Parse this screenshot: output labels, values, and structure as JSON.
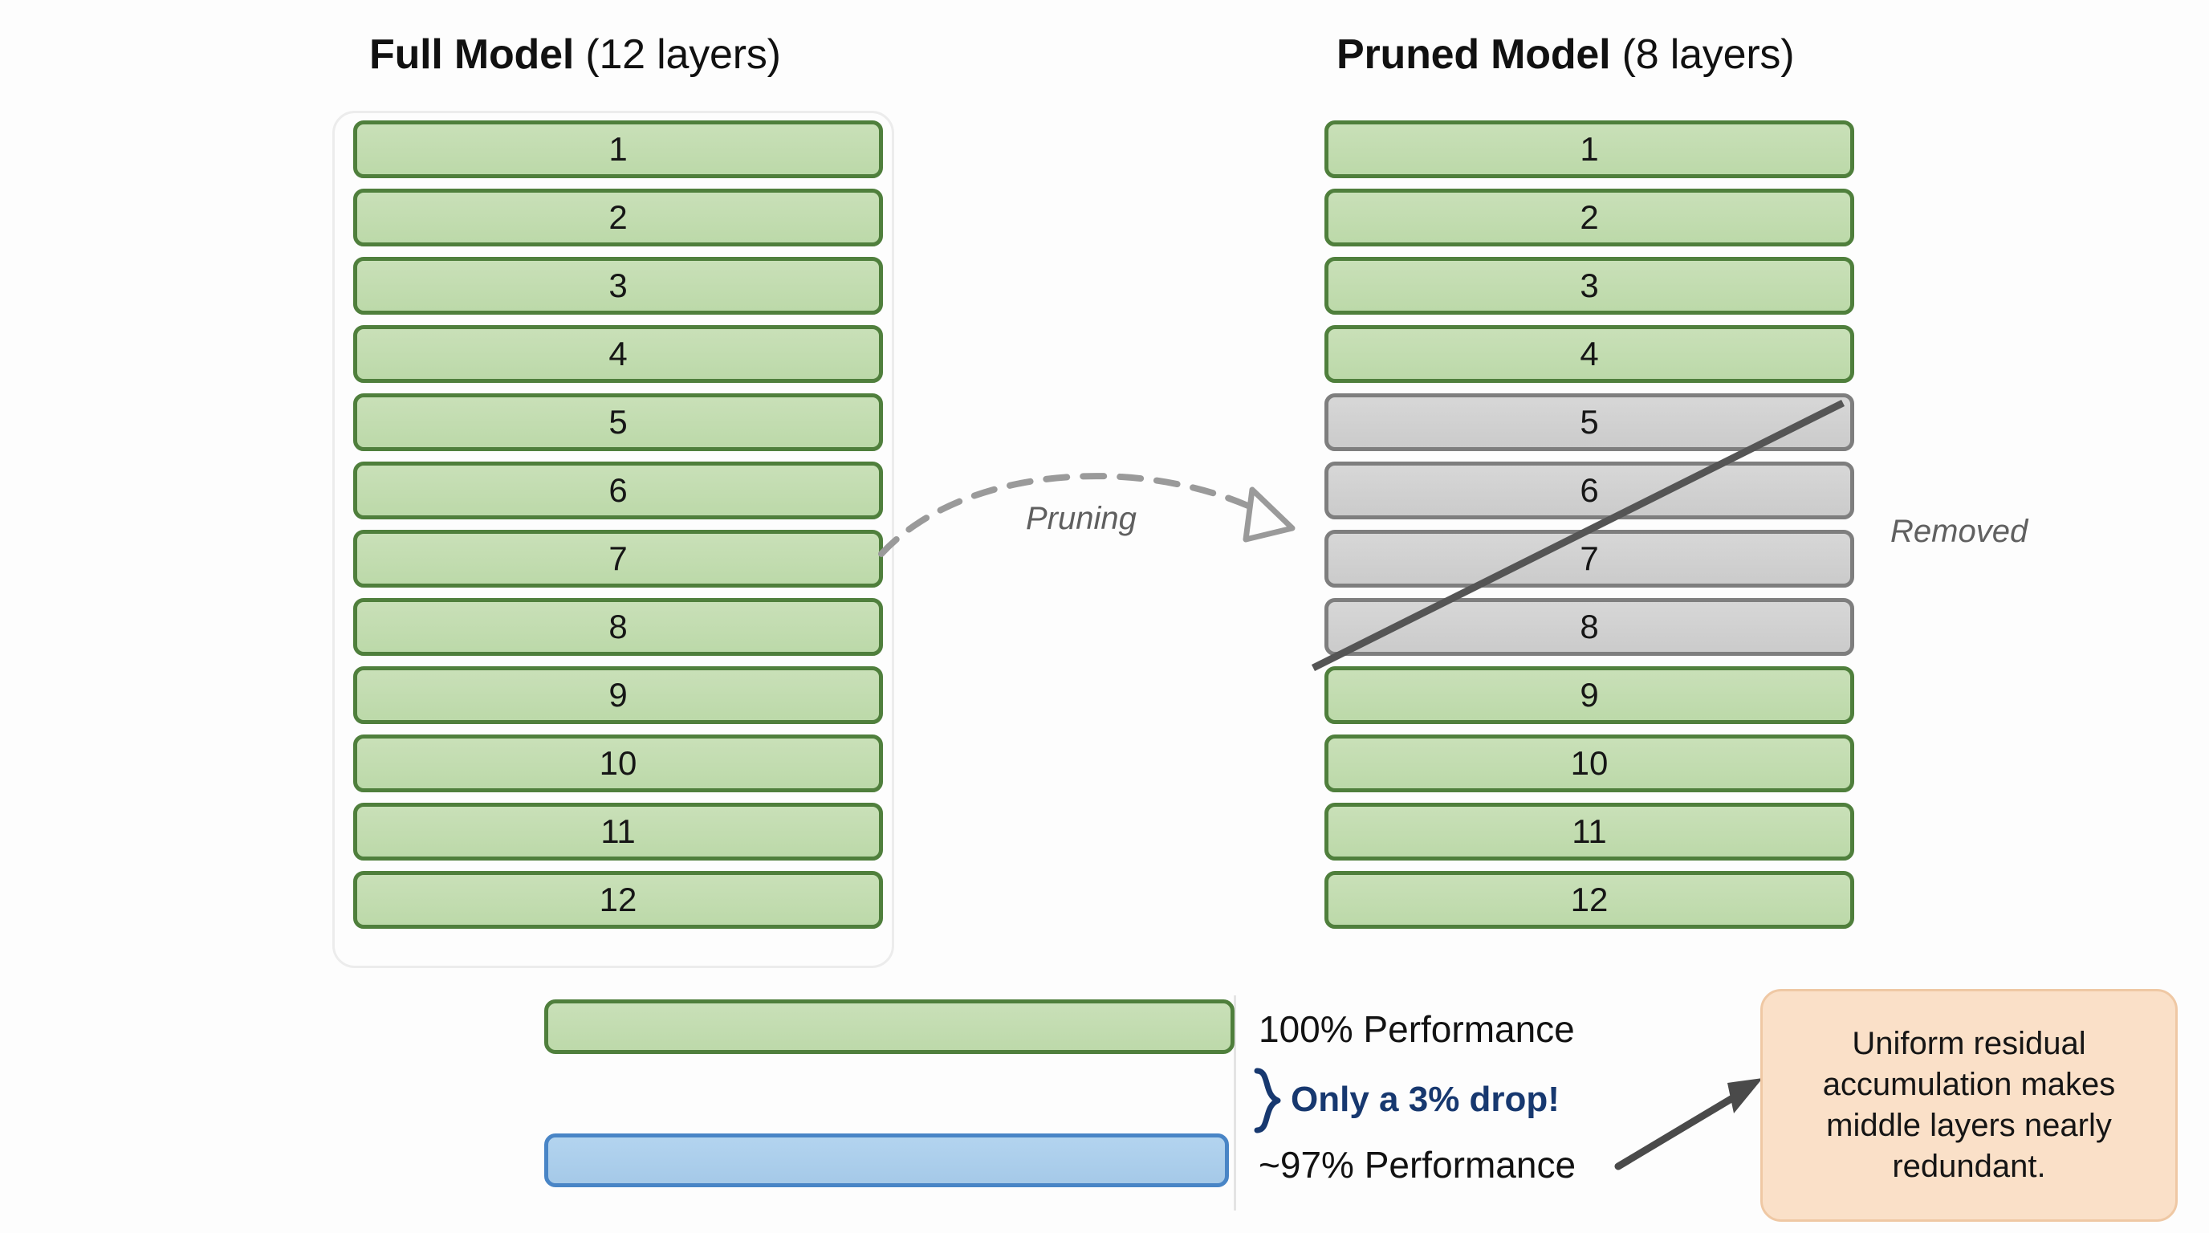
{
  "page": {
    "background": "#fdfdfd",
    "colors": {
      "layer_green_fill": "#c4dfb2",
      "layer_green_border": "#4f7f3c",
      "layer_grey_fill": "#d2d2d2",
      "layer_grey_border": "#7e7e7e",
      "perf_blue_fill": "#a9cdea",
      "perf_blue_border": "#4985c6",
      "callout_fill": "#fae0c8",
      "callout_border": "#efc8a4",
      "accent_navy": "#17386f",
      "annotation_grey": "#5f5f5f"
    }
  },
  "full_model": {
    "title_strong": "Full Model",
    "title_light": " (12 layers)",
    "layers": [
      {
        "label": "1",
        "state": "kept"
      },
      {
        "label": "2",
        "state": "kept"
      },
      {
        "label": "3",
        "state": "kept"
      },
      {
        "label": "4",
        "state": "kept"
      },
      {
        "label": "5",
        "state": "kept"
      },
      {
        "label": "6",
        "state": "kept"
      },
      {
        "label": "7",
        "state": "kept"
      },
      {
        "label": "8",
        "state": "kept"
      },
      {
        "label": "9",
        "state": "kept"
      },
      {
        "label": "10",
        "state": "kept"
      },
      {
        "label": "11",
        "state": "kept"
      },
      {
        "label": "12",
        "state": "kept"
      }
    ]
  },
  "pruned_model": {
    "title_strong": "Pruned Model",
    "title_light": " (8 layers)",
    "layers": [
      {
        "label": "1",
        "state": "kept"
      },
      {
        "label": "2",
        "state": "kept"
      },
      {
        "label": "3",
        "state": "kept"
      },
      {
        "label": "4",
        "state": "kept"
      },
      {
        "label": "5",
        "state": "removed"
      },
      {
        "label": "6",
        "state": "removed"
      },
      {
        "label": "7",
        "state": "removed"
      },
      {
        "label": "8",
        "state": "removed"
      },
      {
        "label": "9",
        "state": "kept"
      },
      {
        "label": "10",
        "state": "kept"
      },
      {
        "label": "11",
        "state": "kept"
      },
      {
        "label": "12",
        "state": "kept"
      }
    ],
    "removed_label": "Removed"
  },
  "transition": {
    "label": "Pruning",
    "arrow_style": "dashed-curved",
    "arrowhead": "open-triangle"
  },
  "performance": {
    "full_label": "100% Performance",
    "pruned_label": "~97% Performance",
    "drop_note": "Only a 3% drop!",
    "full_value": 100,
    "pruned_value": 97,
    "drop_value": 3
  },
  "callout": {
    "text": "Uniform residual accumulation makes middle layers nearly redundant."
  }
}
